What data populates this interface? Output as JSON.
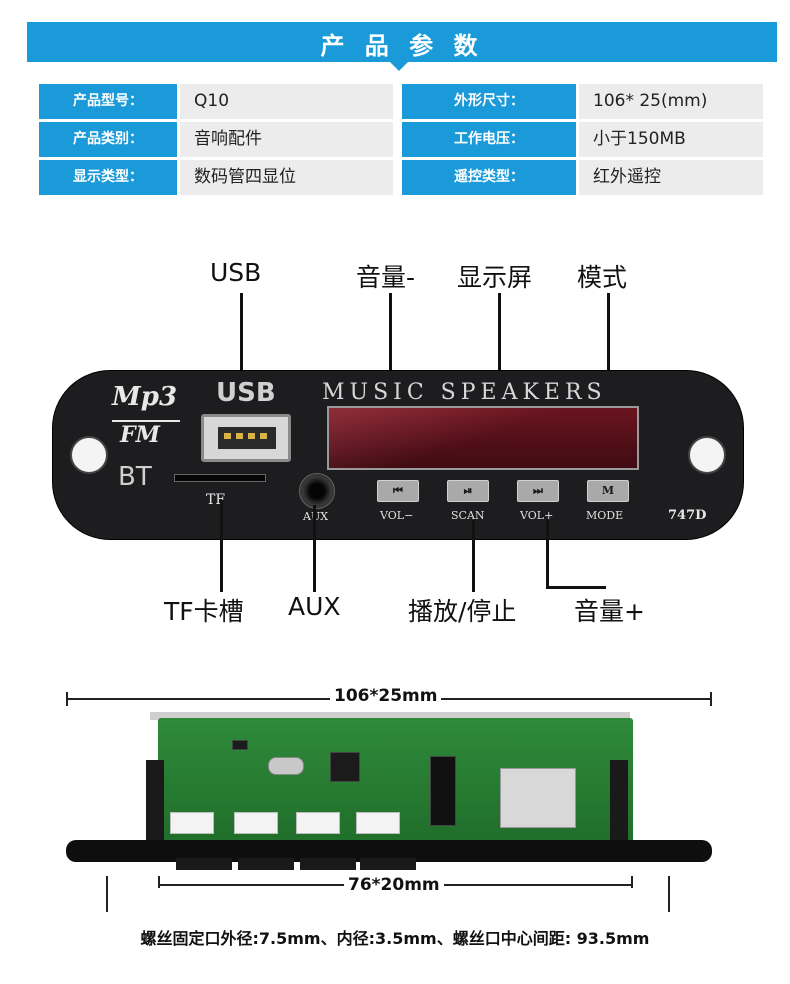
{
  "banner": {
    "title": "产 品 参 数"
  },
  "spec_table": {
    "rows": [
      {
        "label_left": "产品型号：",
        "value_left": "Q10",
        "label_right": "外形尺寸：",
        "value_right": "106* 25(mm)"
      },
      {
        "label_left": "产品类别：",
        "value_left": "音响配件",
        "label_right": "工作电压：",
        "value_right": "小于150MB"
      },
      {
        "label_left": "显示类型：",
        "value_left": "数码管四显位",
        "label_right": "遥控类型：",
        "value_right": "红外遥控"
      }
    ]
  },
  "callouts": {
    "usb": "USB",
    "vol_down": "音量-",
    "display": "显示屏",
    "mode": "模式",
    "tf_slot": "TF卡槽",
    "aux": "AUX",
    "play_pause": "播放/停止",
    "vol_up": "音量+"
  },
  "panel_print": {
    "logo_mp3": "Mp3",
    "logo_fm": "FM",
    "bt": "BT",
    "usb": "USB",
    "music_speakers": "MUSIC SPEAKERS",
    "tf": "TF",
    "aux": "AUX",
    "vol_minus": "VOL−",
    "scan": "SCAN",
    "vol_plus": "VOL+",
    "mode": "MODE",
    "model": "747D",
    "btn_prev": "⏮",
    "btn_play": "⏯",
    "btn_next": "⏭",
    "btn_mode": "M"
  },
  "dimensions": {
    "overall": "106*25mm",
    "inner": "76*20mm",
    "footnote": "螺丝固定口外径:7.5mm、内径:3.5mm、螺丝口中心间距: 93.5mm"
  },
  "colors": {
    "accent": "#1a9ad8",
    "value_bg": "#ececec",
    "panel": "#1d1d1f",
    "display_red": "#6a1520"
  }
}
